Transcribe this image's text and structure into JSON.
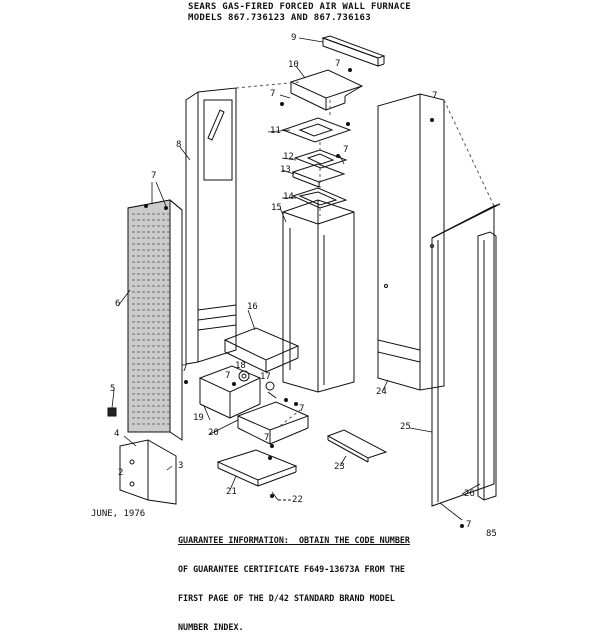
{
  "header": {
    "title_line1": "SEARS GAS-FIRED FORCED AIR WALL FURNACE",
    "title_line2": "MODELS 867.736123 AND 867.736163"
  },
  "footer": {
    "date": "JUNE, 1976",
    "guarantee_lines": [
      "GUARANTEE INFORMATION:  OBTAIN THE CODE NUMBER",
      "OF GUARANTEE CERTIFICATE F649-13673A FROM THE",
      "FIRST PAGE OF THE D/42 STANDARD BRAND MODEL",
      "NUMBER INDEX."
    ],
    "page_number": "85"
  },
  "callouts": {
    "c9": "9",
    "c10": "10",
    "c7a": "7",
    "c7b": "7",
    "c7c": "7",
    "c11": "11",
    "c8": "8",
    "c7d": "7",
    "c12": "12",
    "c13": "13",
    "c14": "14",
    "c15": "15",
    "c7e": "7",
    "c6": "6",
    "c16": "16",
    "c5": "5",
    "c4": "4",
    "c7f": "7",
    "c18": "18",
    "c7g": "7",
    "c17": "17",
    "c19": "19",
    "c7h": "7",
    "c24": "24",
    "c20": "20",
    "c7i": "7",
    "c25": "25",
    "c3": "3",
    "c2": "2",
    "c23": "23",
    "c21": "21",
    "c22": "22",
    "c26": "26",
    "c7j": "7"
  }
}
